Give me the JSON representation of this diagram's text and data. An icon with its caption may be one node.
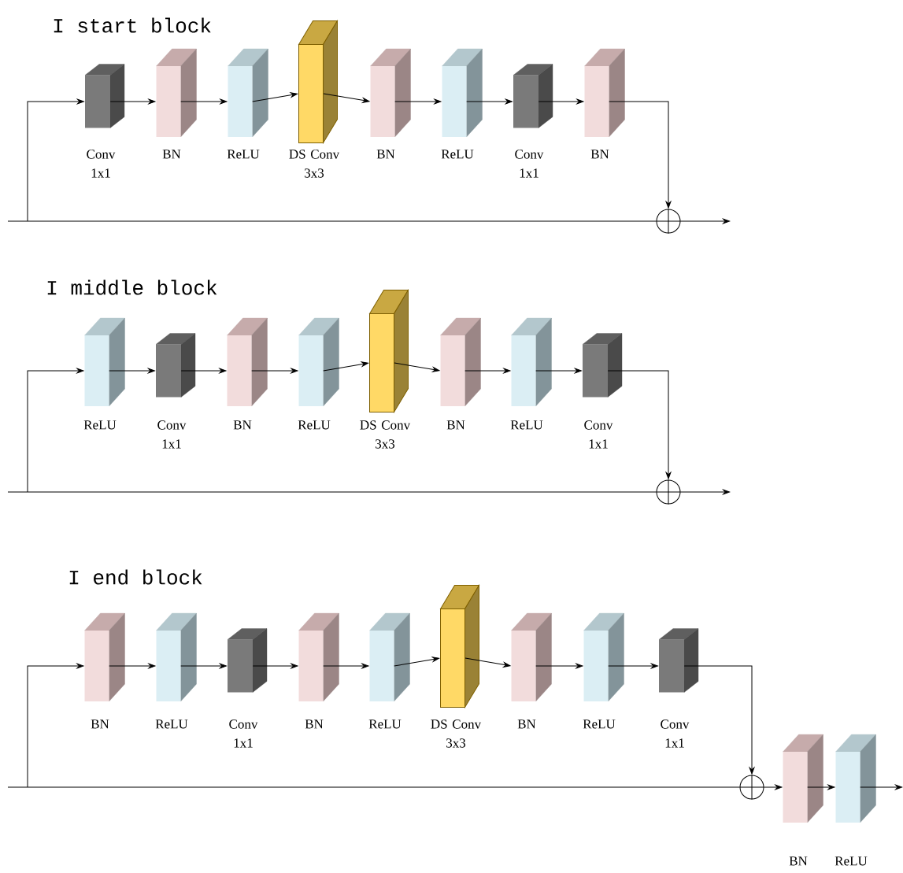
{
  "diagram": {
    "nodes": [
      {
        "text": [
          "Conv 1x1"
        ]
      },
      {
        "text": [
          "BN"
        ]
      },
      {
        "text": [
          "ReLU"
        ]
      },
      {
        "text": [
          "DS Conv 3x3"
        ]
      },
      {
        "text": [
          "BN"
        ]
      },
      {
        "text": [
          "ReLU"
        ]
      },
      {
        "text": [
          "Conv 1x1"
        ]
      },
      {
        "text": [
          "BN"
        ]
      },
      {
        "text": [],
        "shape": "circle"
      },
      {
        "text": [
          "ReLU"
        ]
      },
      {
        "text": [
          "Conv 1x1"
        ]
      },
      {
        "text": [
          "BN"
        ]
      },
      {
        "text": [
          "ReLU"
        ]
      },
      {
        "text": [
          "DS Conv 3x3"
        ]
      },
      {
        "text": [
          "BN"
        ]
      },
      {
        "text": [
          "ReLU"
        ]
      },
      {
        "text": [
          "Conv 1x1"
        ]
      },
      {
        "text": [],
        "shape": "circle"
      },
      {
        "text": [
          "BN"
        ]
      },
      {
        "text": [
          "ReLU"
        ]
      },
      {
        "text": [
          "Conv 1x1"
        ]
      },
      {
        "text": [
          "BN"
        ]
      },
      {
        "text": [
          "ReLU"
        ]
      },
      {
        "text": [
          "DS Conv 3x3"
        ]
      },
      {
        "text": [
          "BN"
        ]
      },
      {
        "text": [
          "ReLU"
        ]
      },
      {
        "text": [
          "Conv 1x1"
        ]
      },
      {
        "text": [],
        "shape": "circle"
      },
      {
        "text": [
          "BN"
        ]
      },
      {
        "text": [
          "ReLU"
        ]
      }
    ],
    "edges": [
      {
        "from": null,
        "to": 0,
        "arrow": "to"
      },
      {
        "from": 0,
        "to": 1,
        "arrow": "to"
      },
      {
        "from": 1,
        "to": 2,
        "arrow": "to"
      },
      {
        "from": 2,
        "to": 3,
        "arrow": "to"
      },
      {
        "from": 3,
        "to": 4,
        "arrow": "to"
      },
      {
        "from": 4,
        "to": 5,
        "arrow": "to"
      },
      {
        "from": 5,
        "to": 6,
        "arrow": "to"
      },
      {
        "from": 6,
        "to": 7,
        "arrow": "to"
      },
      {
        "from": 7,
        "to": 8,
        "arrow": "to"
      },
      {
        "from": null,
        "to": 8,
        "arrow": "none"
      },
      {
        "from": 8,
        "to": null,
        "arrow": "to"
      },
      {
        "from": null,
        "to": 9,
        "arrow": "to"
      },
      {
        "from": 9,
        "to": 10,
        "arrow": "to"
      },
      {
        "from": 10,
        "to": 11,
        "arrow": "to"
      },
      {
        "from": 11,
        "to": 12,
        "arrow": "to"
      },
      {
        "from": 12,
        "to": 13,
        "arrow": "to"
      },
      {
        "from": 13,
        "to": 14,
        "arrow": "to"
      },
      {
        "from": 14,
        "to": 15,
        "arrow": "to"
      },
      {
        "from": 15,
        "to": 16,
        "arrow": "to"
      },
      {
        "from": 16,
        "to": 17,
        "arrow": "to"
      },
      {
        "from": null,
        "to": 17,
        "arrow": "none"
      },
      {
        "from": 17,
        "to": null,
        "arrow": "to"
      },
      {
        "from": null,
        "to": 18,
        "arrow": "to"
      },
      {
        "from": 18,
        "to": 19,
        "arrow": "to"
      },
      {
        "from": 19,
        "to": 20,
        "arrow": "to"
      },
      {
        "from": 20,
        "to": 21,
        "arrow": "to"
      },
      {
        "from": 21,
        "to": 22,
        "arrow": "to"
      },
      {
        "from": 22,
        "to": 23,
        "arrow": "to"
      },
      {
        "from": 23,
        "to": 24,
        "arrow": "to"
      },
      {
        "from": 24,
        "to": 25,
        "arrow": "to"
      },
      {
        "from": 25,
        "to": 26,
        "arrow": "to"
      },
      {
        "from": 26,
        "to": 27,
        "arrow": "to"
      },
      {
        "from": null,
        "to": 27,
        "arrow": "none"
      },
      {
        "from": 27,
        "to": 28,
        "arrow": "to"
      },
      {
        "from": 28,
        "to": 29,
        "arrow": "to"
      },
      {
        "from": 29,
        "to": null,
        "arrow": "to"
      }
    ],
    "labels": [
      "I start block",
      "I middle block",
      "I end block"
    ]
  }
}
